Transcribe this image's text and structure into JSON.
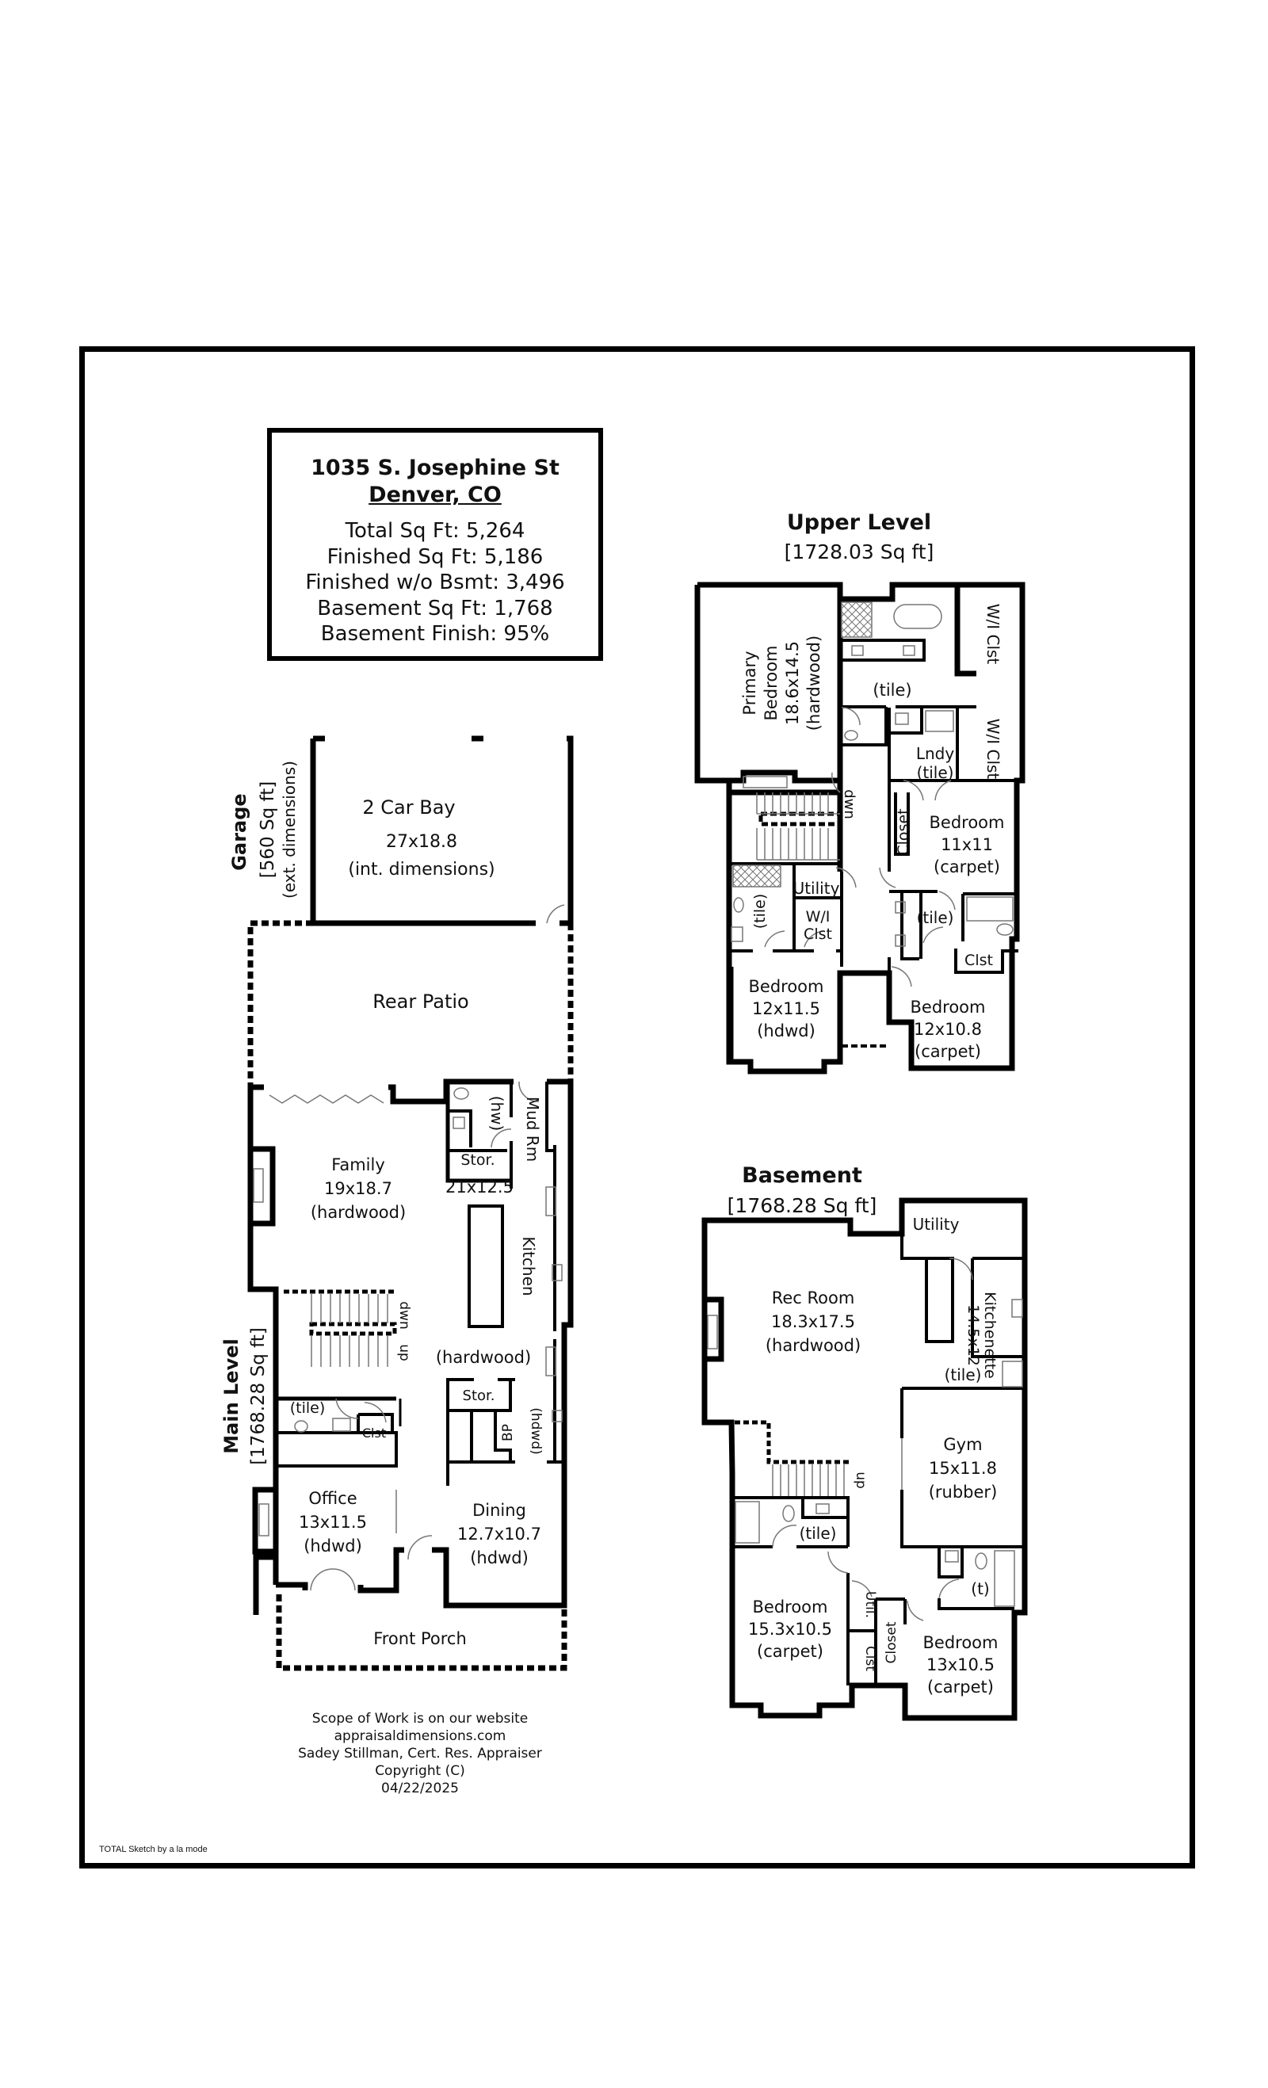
{
  "property": {
    "address": "1035 S. Josephine St",
    "city": "Denver, CO",
    "lines": [
      "Total Sq Ft: 5,264",
      "Finished Sq Ft: 5,186",
      "Finished w/o Bsmt: 3,496",
      "Basement Sq Ft: 1,768",
      "Basement Finish: 95%"
    ]
  },
  "upper_level": {
    "title": "Upper Level",
    "area": "[1728.03 Sq ft]",
    "rooms": {
      "primary_bedroom": [
        "Primary",
        "Bedroom",
        "18.6x14.5",
        "(hardwood)"
      ],
      "primary_bath": "(tile)",
      "wic1": "W/I Clst",
      "wic2": "W/I Clst",
      "laundry": [
        "Lndy",
        "(tile)"
      ],
      "stair_dwn": "dwn",
      "closet": "Closet",
      "bedroom_ne": [
        "Bedroom",
        "11x11",
        "(carpet)"
      ],
      "utility": "Utility",
      "hall_bath_left": "(tile)",
      "wic3": [
        "W/I",
        "Clst"
      ],
      "hall_bath_right": "(tile)",
      "clst": "Clst",
      "bedroom_sw": [
        "Bedroom",
        "12x11.5",
        "(hdwd)"
      ],
      "bedroom_se": [
        "Bedroom",
        "12x10.8",
        "(carpet)"
      ]
    }
  },
  "garage": {
    "title": "Garage",
    "area": "[560 Sq ft]",
    "note": "(ext. dimensions)",
    "bay": [
      "2 Car Bay",
      "27x18.8",
      "(int. dimensions)"
    ]
  },
  "main_level": {
    "title": "Main Level",
    "area": "[1768.28 Sq ft]",
    "rooms": {
      "rear_patio": "Rear Patio",
      "family": [
        "Family",
        "19x18.7",
        "(hardwood)"
      ],
      "half_bath": "(hw)",
      "mud_room": "Mud Rm",
      "storage1": "Stor.",
      "kitchen_dims": "21x12.5",
      "kitchen": "Kitchen",
      "kitchen_floor": "(hardwood)",
      "stair_dwn": "dwn",
      "stair_up": "up",
      "bath": "(tile)",
      "clst": "Clst",
      "storage2": "Stor.",
      "butler_pantry": [
        "BP",
        "(hdwd)"
      ],
      "office": [
        "Office",
        "13x11.5",
        "(hdwd)"
      ],
      "dining": [
        "Dining",
        "12.7x10.7",
        "(hdwd)"
      ],
      "front_porch": "Front Porch"
    }
  },
  "basement": {
    "title": "Basement",
    "area": "[1768.28 Sq ft]",
    "rooms": {
      "utility": "Utility",
      "rec_room": [
        "Rec Room",
        "18.3x17.5",
        "(hardwood)"
      ],
      "kitchenette": [
        "Kitchenette",
        "14.5x12"
      ],
      "kitchenette_floor": "(tile)",
      "gym": [
        "Gym",
        "15x11.8",
        "(rubber)"
      ],
      "stair_up": "up",
      "bath_left": "(tile)",
      "bath_right": "(t)",
      "bedroom_left": [
        "Bedroom",
        "15.3x10.5",
        "(carpet)"
      ],
      "util": "Util.",
      "clst": "Clst",
      "closet": "Closet",
      "bedroom_right": [
        "Bedroom",
        "13x10.5",
        "(carpet)"
      ]
    }
  },
  "footer": {
    "lines": [
      "Scope of Work is on our website",
      "appraisaldimensions.com",
      "Sadey Stillman, Cert. Res. Appraiser",
      "Copyright (C)",
      "04/22/2025"
    ],
    "software_credit": "TOTAL Sketch by a la mode"
  },
  "colors": {
    "wall": "#000000",
    "fixture": "#888888",
    "background": "#ffffff"
  }
}
